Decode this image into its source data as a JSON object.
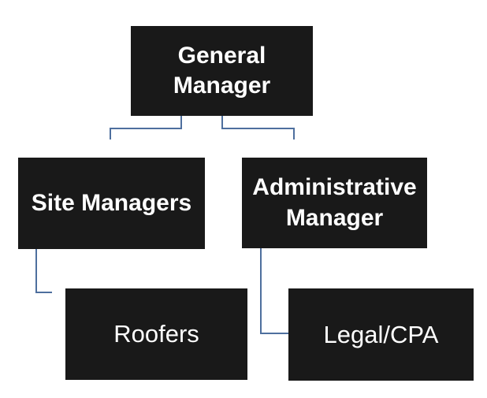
{
  "diagram": {
    "type": "org-chart",
    "nodes": {
      "general_manager": {
        "label": "General Manager",
        "level": 1
      },
      "site_managers": {
        "label": "Site Managers",
        "level": 2
      },
      "administrative_manager": {
        "label": "Administrative Manager",
        "level": 2
      },
      "roofers": {
        "label": "Roofers",
        "level": 3
      },
      "legal_cpa": {
        "label": "Legal/CPA",
        "level": 3
      }
    },
    "edges": [
      {
        "from": "General Manager",
        "to": "Site Managers"
      },
      {
        "from": "General Manager",
        "to": "Administrative Manager"
      },
      {
        "from": "Site Managers",
        "to": "Roofers"
      },
      {
        "from": "Administrative Manager",
        "to": "Legal/CPA"
      }
    ]
  },
  "colors": {
    "background": "#ffffff",
    "node_fill": "#191919",
    "node_text": "#ffffff",
    "connector": "#4e6f9e"
  }
}
